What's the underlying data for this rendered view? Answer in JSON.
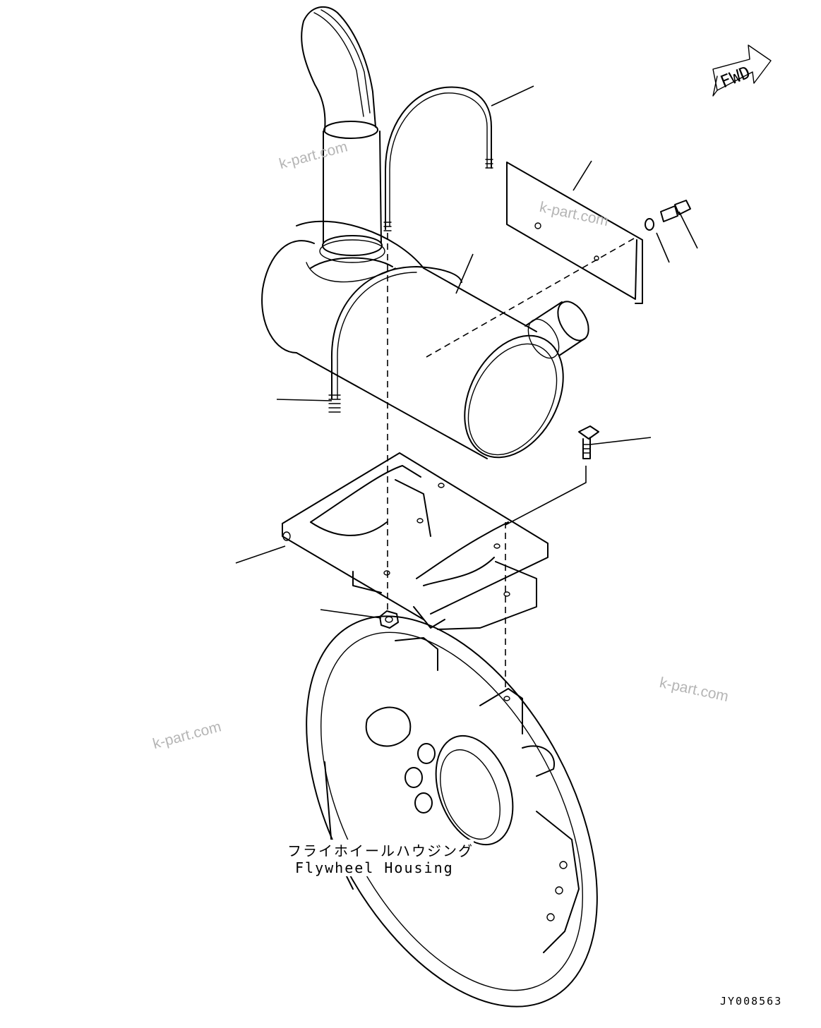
{
  "watermarks": [
    "k-part.com",
    "k-part.com",
    "k-part.com",
    "k-part.com"
  ],
  "fwd_label": "FWD",
  "housing_label_jp": "フライホイールハウジング",
  "housing_label_en": "Flywheel Housing",
  "drawing_code": "JY008563"
}
